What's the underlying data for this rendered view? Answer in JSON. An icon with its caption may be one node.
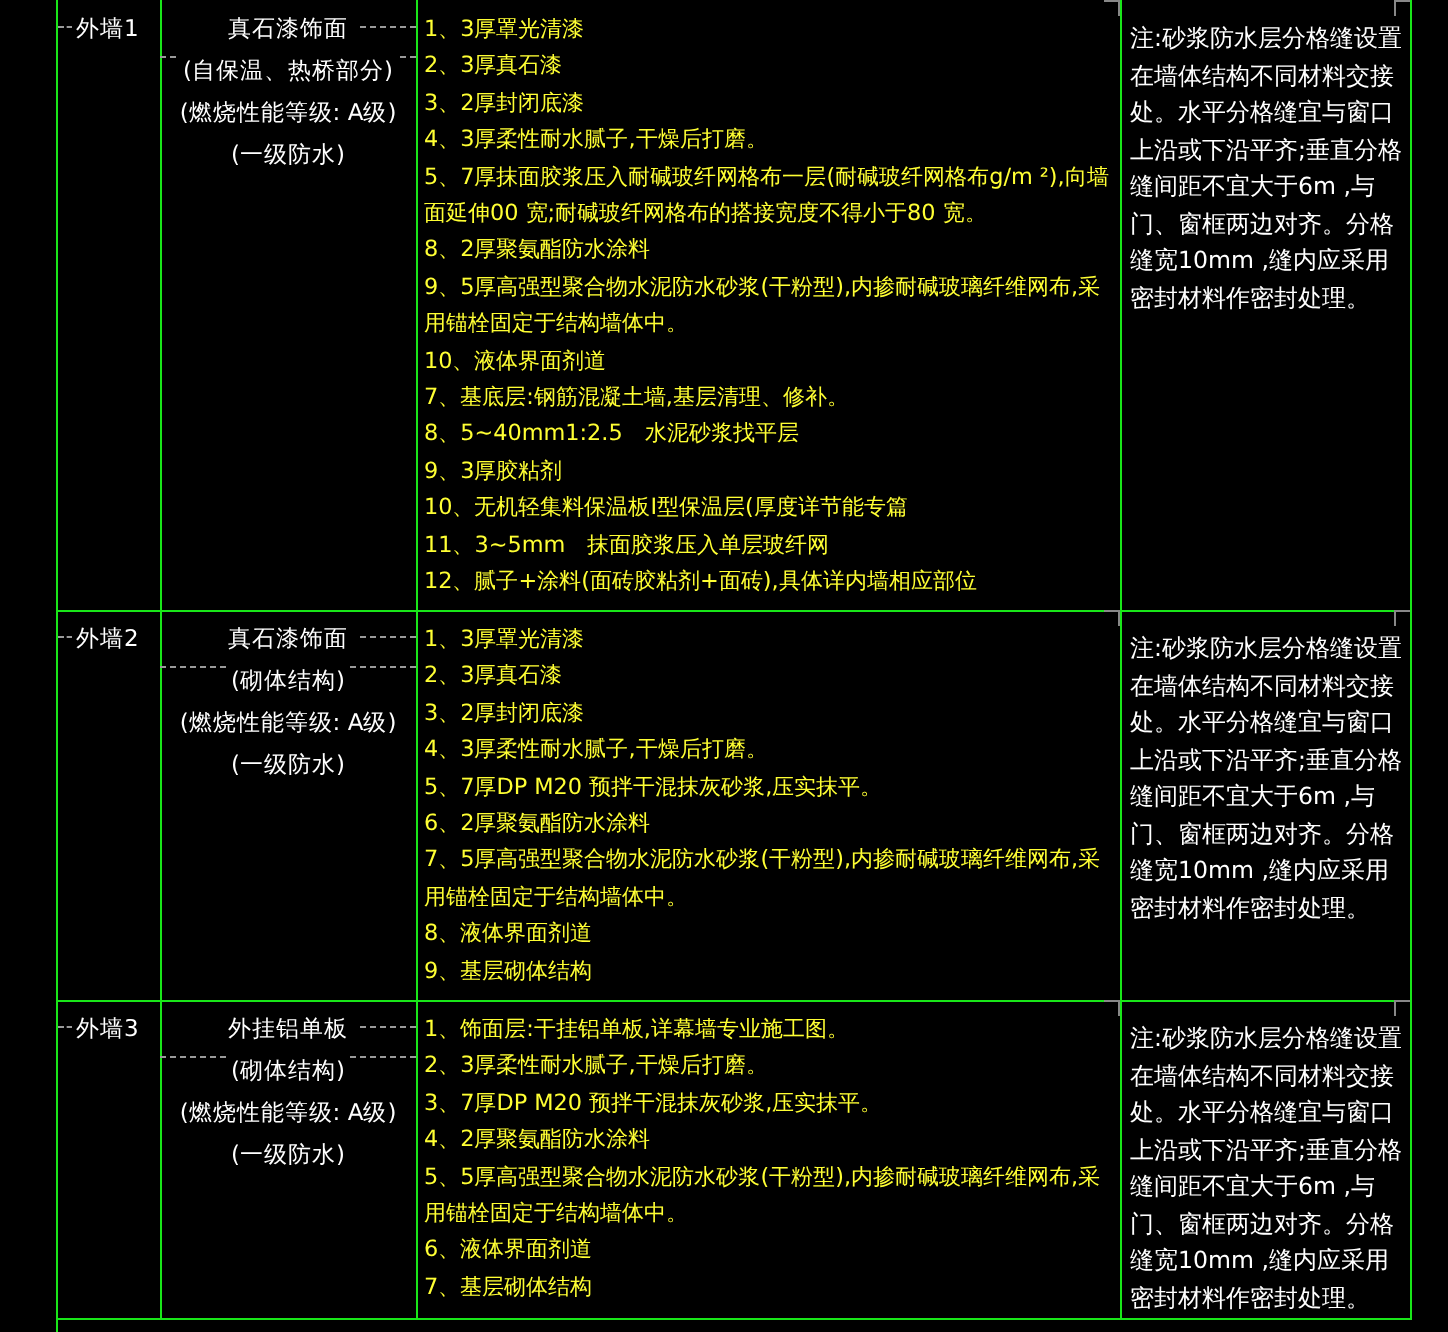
{
  "diagram": {
    "labels": [
      "外墙1",
      "真石漆饰面",
      "(自保温、热桥部分)",
      "(燃烧性能等级: A级)",
      "(一级防水)",
      "1、3厚罩光清漆",
      "2、3厚真石漆",
      "3、2厚封闭底漆",
      "4、3厚柔性耐水腻子,干燥后打磨。",
      "5、7厚抹面胶浆压入耐碱玻纤网格布一层(耐碱玻纤网格布g/m ²),向墙面延伸00 宽;耐碱玻纤网格布的搭接宽度不得小于80 宽。",
      "8、2厚聚氨酯防水涂料",
      "9、5厚高强型聚合物水泥防水砂浆(干粉型),内掺耐碱玻璃纤维网布,采用锚栓固定于结构墙体中。",
      "10、液体界面剂道",
      "7、基底层:钢筋混凝土墙,基层清理、修补。",
      "8、5~40mm1:2.5　水泥砂浆找平层",
      "9、3厚胶粘剂",
      "10、无机轻集料保温板I型保温层(厚度详节能专篇",
      "11、3~5mm　抹面胶浆压入单层玻纤网",
      "12、腻子+涂料(面砖胶粘剂+面砖),具体详内墙相应部位",
      "注:砂浆防水层分格缝设置在墙体结构不同材料交接处。水平分格缝宜与窗口上沿或下沿平齐;垂直分格缝间距不宜大于6m ,与门、窗框两边对齐。分格缝宽10mm ,缝内应采用密封材料作密封处理。",
      "外墙2",
      "真石漆饰面",
      "(砌体结构)",
      "(燃烧性能等级: A级)",
      "(一级防水)",
      "1、3厚罩光清漆",
      "2、3厚真石漆",
      "3、2厚封闭底漆",
      "4、3厚柔性耐水腻子,干燥后打磨。",
      "5、7厚DP M20 预拌干混抹灰砂浆,压实抹平。",
      "6、2厚聚氨酯防水涂料",
      "7、5厚高强型聚合物水泥防水砂浆(干粉型),内掺耐碱玻璃纤维网布,采用锚栓固定于结构墙体中。",
      "8、液体界面剂道",
      "9、基层砌体结构",
      "注:砂浆防水层分格缝设置在墙体结构不同材料交接处。水平分格缝宜与窗口上沿或下沿平齐;垂直分格缝间距不宜大于6m ,与门、窗框两边对齐。分格缝宽10mm ,缝内应采用密封材料作密封处理。",
      "外墙3",
      "外挂铝单板",
      "(砌体结构)",
      "(燃烧性能等级: A级)",
      "(一级防水)",
      "1、饰面层:干挂铝单板,详幕墙专业施工图。",
      "2、3厚柔性耐水腻子,干燥后打磨。",
      "3、7厚DP M20 预拌干混抹灰砂浆,压实抹平。",
      "4、2厚聚氨酯防水涂料",
      "5、5厚高强型聚合物水泥防水砂浆(干粉型),内掺耐碱玻璃纤维网布,采用锚栓固定于结构墙体中。",
      "6、液体界面剂道",
      "7、基层砌体结构",
      "注:砂浆防水层分格缝设置在墙体结构不同材料交接处。水平分格缝宜与窗口上沿或下沿平齐;垂直分格缝间距不宜大于6m ,与门、窗框两边对齐。分格缝宽10mm ,缝内应采用密封材料作密封处理。"
    ]
  }
}
